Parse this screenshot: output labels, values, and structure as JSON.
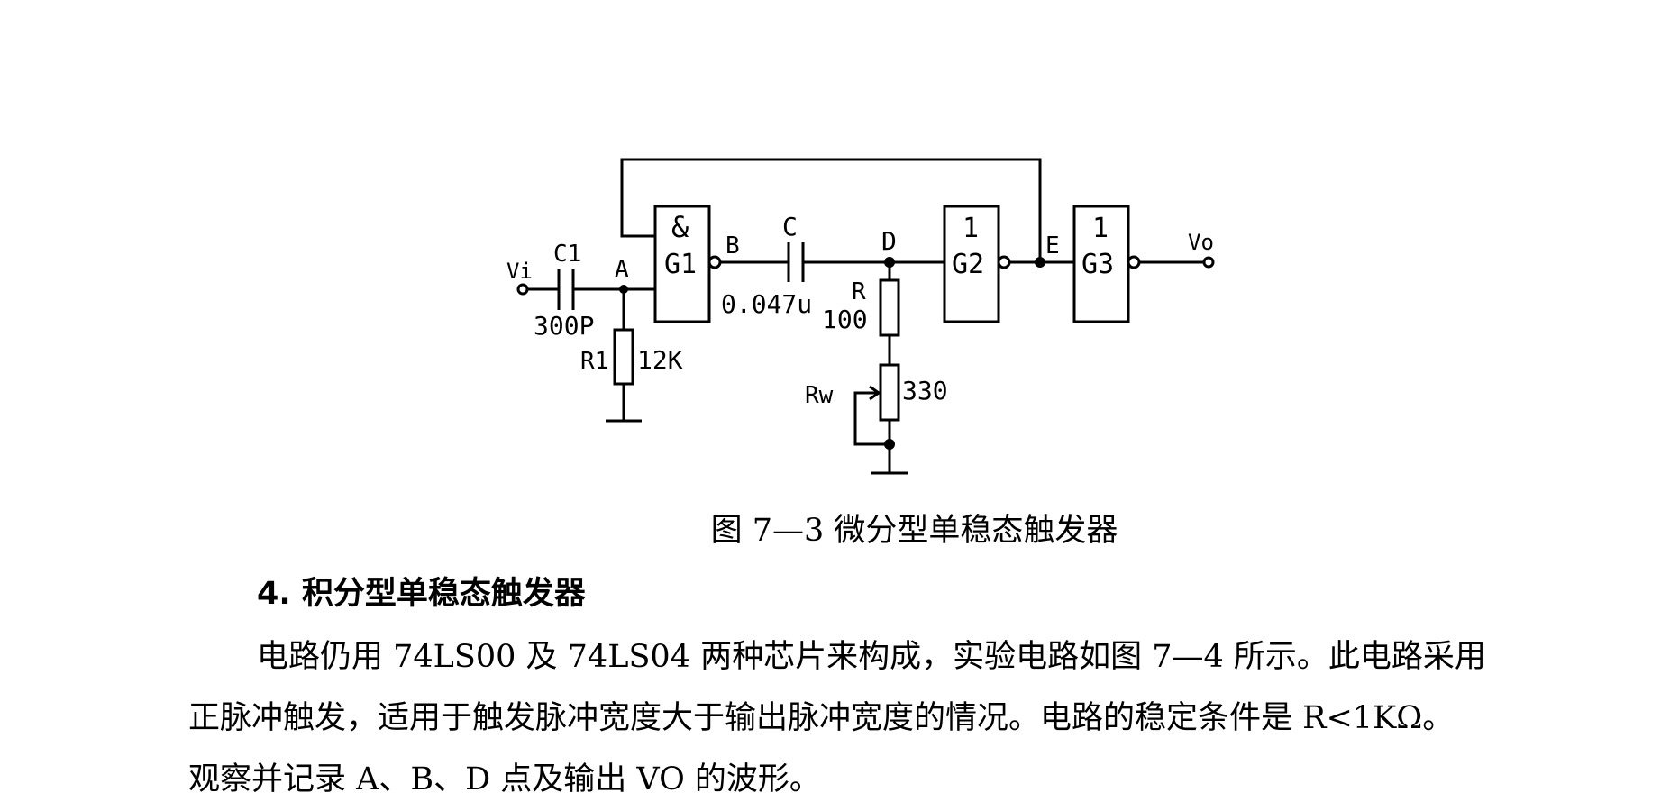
{
  "figure": {
    "caption": "图 7—3 微分型单稳态触发器",
    "labels": {
      "vi": "Vi",
      "c1": "C1",
      "c1_value": "300P",
      "node_a": "A",
      "r1": "R1",
      "r1_value": "12K",
      "g1_and": "&",
      "g1": "G1",
      "node_b": "B",
      "cap_c": "C",
      "cap_c_value": "0.047u",
      "node_d": "D",
      "r": "R",
      "r_value": "100",
      "rw": "Rw",
      "rw_value": "330",
      "g2_one": "1",
      "g2": "G2",
      "node_e": "E",
      "g3_one": "1",
      "g3": "G3",
      "vo": "Vo"
    }
  },
  "section": {
    "heading": "4. 积分型单稳态触发器"
  },
  "paragraph": {
    "line1": "电路仍用 74LS00 及 74LS04 两种芯片来构成，实验电路如图 7—4 所示。此电路采用",
    "line2": "正脉冲触发，适用于触发脉冲宽度大于输出脉冲宽度的情况。电路的稳定条件是 R<1KΩ。",
    "line3": "观察并记录 A、B、D 点及输出 VO 的波形。"
  }
}
